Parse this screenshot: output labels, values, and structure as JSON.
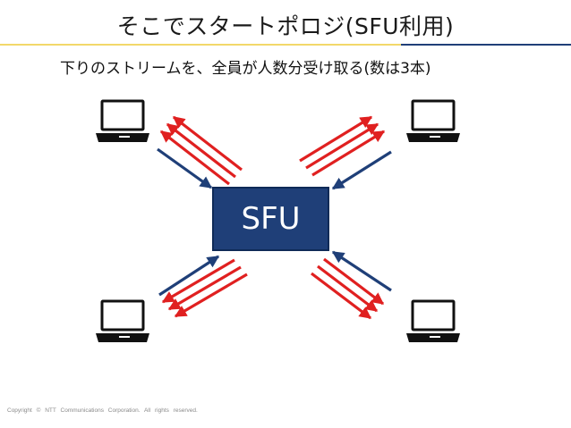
{
  "title": "そこでスタートポロジ(SFU利用)",
  "subtitle": "下りのストリームを、全員が人数分受け取る(数は3本)",
  "sfu_label": "SFU",
  "footer": "Copyright © NTT Communications Corporation. All rights reserved.",
  "icons": [
    "laptop-icon",
    "laptop-icon",
    "laptop-icon",
    "laptop-icon"
  ],
  "colors": {
    "sfu_fill": "#1f3f78",
    "upstream": "#1f3f78",
    "downstream": "#e02020",
    "title_rule_left": "#f2d86a",
    "title_rule_right": "#1f3f78"
  },
  "streams": {
    "upstream_per_client": 1,
    "downstream_per_client": 3
  }
}
